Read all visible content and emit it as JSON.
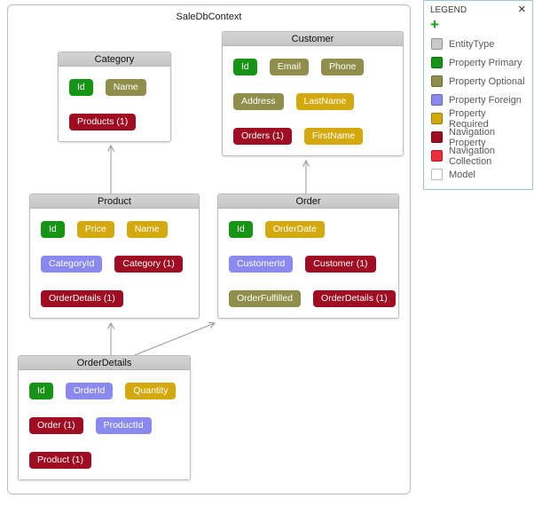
{
  "model": {
    "title": "SaleDbContext"
  },
  "entities": [
    {
      "name": "Category",
      "rows": [
        [
          {
            "label": "Id",
            "type": "primary"
          },
          {
            "label": "Name",
            "type": "optional"
          }
        ],
        [
          {
            "label": "Products (1)",
            "type": "navigation"
          }
        ]
      ]
    },
    {
      "name": "Customer",
      "rows": [
        [
          {
            "label": "Id",
            "type": "primary"
          },
          {
            "label": "Email",
            "type": "optional"
          },
          {
            "label": "Phone",
            "type": "optional"
          }
        ],
        [
          {
            "label": "Address",
            "type": "optional"
          },
          {
            "label": "LastName",
            "type": "required"
          }
        ],
        [
          {
            "label": "Orders (1)",
            "type": "navigation"
          },
          {
            "label": "FirstName",
            "type": "required"
          }
        ]
      ]
    },
    {
      "name": "Product",
      "rows": [
        [
          {
            "label": "Id",
            "type": "primary"
          },
          {
            "label": "Price",
            "type": "required"
          },
          {
            "label": "Name",
            "type": "required"
          }
        ],
        [
          {
            "label": "CategoryId",
            "type": "foreign"
          },
          {
            "label": "Category (1)",
            "type": "navigation"
          }
        ],
        [
          {
            "label": "OrderDetails (1)",
            "type": "navigation"
          }
        ]
      ]
    },
    {
      "name": "Order",
      "rows": [
        [
          {
            "label": "Id",
            "type": "primary"
          },
          {
            "label": "OrderDate",
            "type": "required"
          }
        ],
        [
          {
            "label": "CustomerId",
            "type": "foreign"
          },
          {
            "label": "Customer (1)",
            "type": "navigation"
          }
        ],
        [
          {
            "label": "OrderFulfilled",
            "type": "optional"
          },
          {
            "label": "OrderDetails (1)",
            "type": "navigation"
          }
        ]
      ]
    },
    {
      "name": "OrderDetails",
      "rows": [
        [
          {
            "label": "Id",
            "type": "primary"
          },
          {
            "label": "OrderId",
            "type": "foreign"
          },
          {
            "label": "Quantity",
            "type": "required"
          }
        ],
        [
          {
            "label": "Order (1)",
            "type": "navigation"
          },
          {
            "label": "ProductId",
            "type": "foreign"
          }
        ],
        [
          {
            "label": "Product (1)",
            "type": "navigation"
          }
        ]
      ]
    }
  ],
  "legend": {
    "title": "LEGEND",
    "close": "✕",
    "add": "+",
    "items": [
      {
        "label": "EntityType",
        "type": "entitytype"
      },
      {
        "label": "Property Primary",
        "type": "primary"
      },
      {
        "label": "Property Optional",
        "type": "optional"
      },
      {
        "label": "Property Foreign",
        "type": "foreign"
      },
      {
        "label": "Property Required",
        "type": "required"
      },
      {
        "label": "Navigation Property",
        "type": "navigation"
      },
      {
        "label": "Navigation Collection",
        "type": "collection"
      },
      {
        "label": "Model",
        "type": "model"
      }
    ]
  },
  "colors": {
    "entitytype": "#c9c9c9",
    "primary": "#169416",
    "optional": "#8f8f4b",
    "required": "#d4a90d",
    "foreign": "#8989f0",
    "navigation": "#a00c22",
    "collection": "#ef2d3a",
    "model": "#ffffff"
  }
}
